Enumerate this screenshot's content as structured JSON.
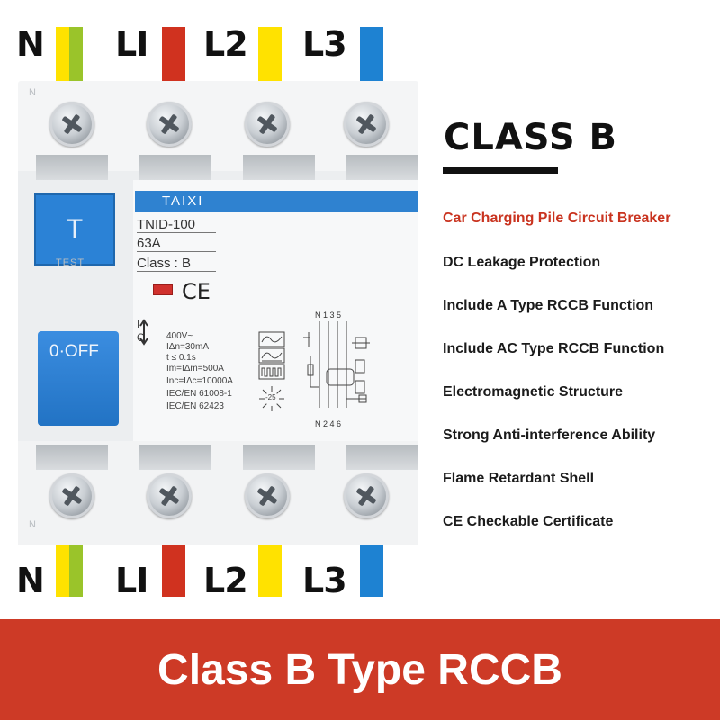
{
  "colors": {
    "yellow": "#ffe200",
    "green": "#9ac42a",
    "red": "#d0321f",
    "blue": "#1e82d2",
    "accent": "#cd3a26"
  },
  "wires": {
    "top": [
      {
        "label": "N",
        "color": "yellow-green"
      },
      {
        "label": "LI",
        "color": "red"
      },
      {
        "label": "L2",
        "color": "yellow"
      },
      {
        "label": "L3",
        "color": "blue"
      }
    ],
    "bottom": [
      {
        "label": "N",
        "color": "yellow-green"
      },
      {
        "label": "LI",
        "color": "red"
      },
      {
        "label": "L2",
        "color": "yellow"
      },
      {
        "label": "L3",
        "color": "blue"
      }
    ]
  },
  "device": {
    "neutral_mark": "N",
    "test_button": "T",
    "test_label": "TEST",
    "toggle_label": "0·OFF",
    "on_mark": "I",
    "off_mark": "O",
    "brand": "TAIXI",
    "model": "TNID-100",
    "rating": "63A",
    "class_label": "Class : B",
    "ce_mark": "CE",
    "specs": [
      "400V~",
      "IΔn=30mA",
      "t ≤ 0.1s",
      "Im=IΔm=500A",
      "Inc=IΔc=10000A",
      "IEC/EN 61008-1",
      "IEC/EN 62423"
    ],
    "temp_mark": "-25",
    "diagram_top": "N 1 3 5",
    "diagram_bottom": "N 2 4 6"
  },
  "heading": "CLASS  B",
  "features": [
    "Car Charging Pile Circuit Breaker",
    "DC Leakage Protection",
    "Include A Type RCCB Function",
    "Include AC Type RCCB Function",
    "Electromagnetic Structure",
    "Strong Anti-interference Ability",
    "Flame Retardant Shell",
    "CE Checkable Certificate"
  ],
  "banner": "Class B Type RCCB"
}
